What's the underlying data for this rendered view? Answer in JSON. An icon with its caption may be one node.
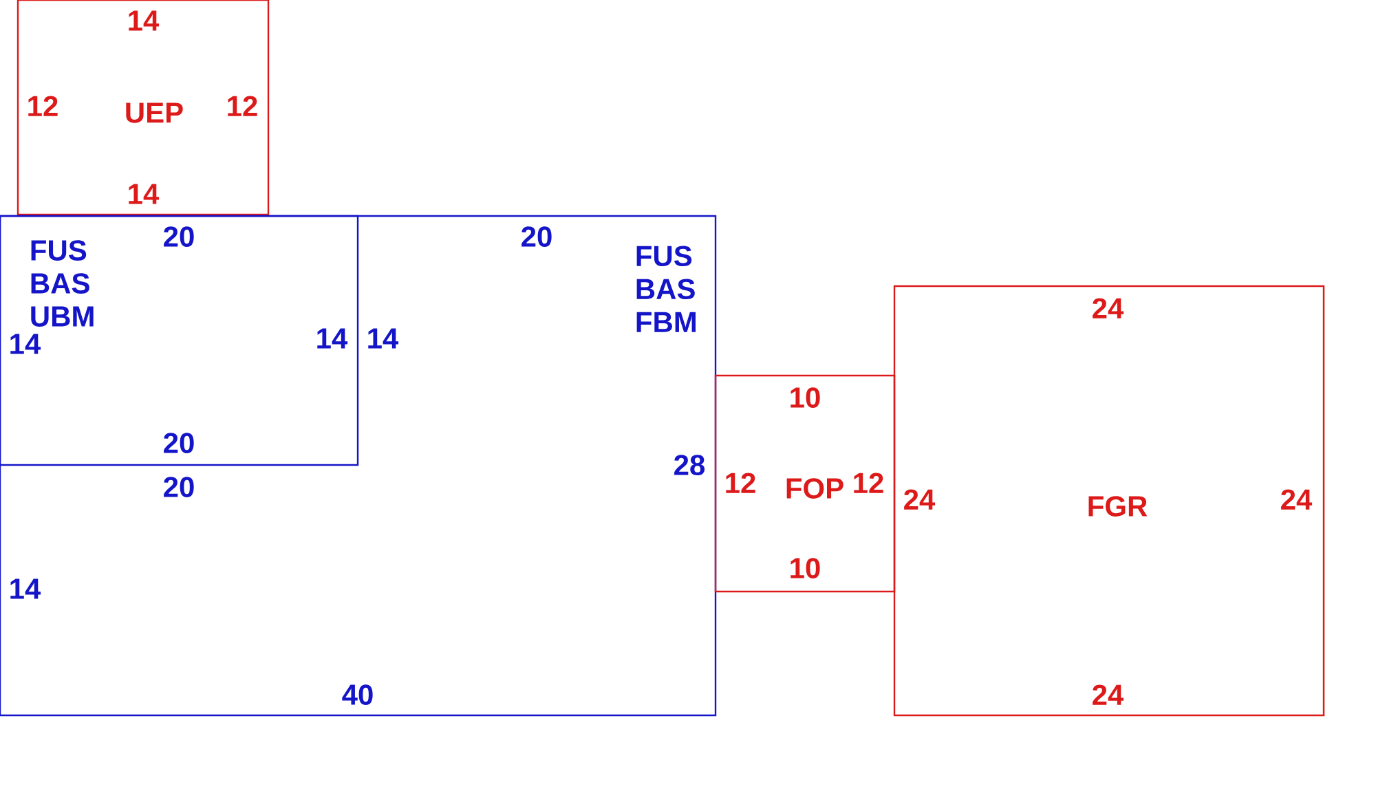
{
  "diagram": {
    "nodes": [
      {
        "text": [
          "14",
          "12",
          "UEP",
          "12",
          "14"
        ]
      },
      {
        "text": [
          "20",
          "FUS BAS FBM",
          "14",
          "28",
          "20",
          "14",
          "40"
        ]
      },
      {
        "text": [
          "20",
          "FUS BAS UBM",
          "14",
          "14",
          "20"
        ],
        "in": 1
      },
      {
        "text": [
          "10",
          "12",
          "FOP",
          "12",
          "10"
        ]
      },
      {
        "text": [
          "24",
          "24",
          "FGR",
          "24",
          "24"
        ]
      }
    ]
  }
}
